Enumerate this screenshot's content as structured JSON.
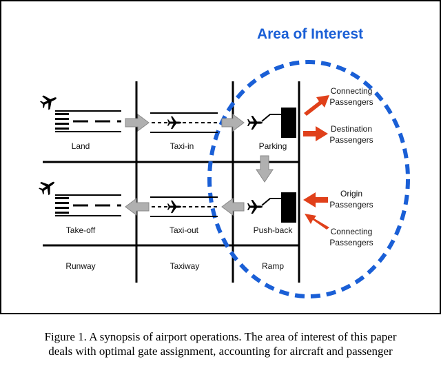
{
  "diagram": {
    "title": "Area of Interest",
    "stages": {
      "land": "Land",
      "taxi_in": "Taxi-in",
      "parking": "Parking",
      "take_off": "Take-off",
      "taxi_out": "Taxi-out",
      "push_back": "Push-back"
    },
    "zones": {
      "runway": "Runway",
      "taxiway": "Taxiway",
      "ramp": "Ramp"
    },
    "passengers": {
      "connecting_top_line1": "Connecting",
      "connecting_top_line2": "Passengers",
      "destination_line1": "Destination",
      "destination_line2": "Passengers",
      "origin_line1": "Origin",
      "origin_line2": "Passengers",
      "connecting_bottom_line1": "Connecting",
      "connecting_bottom_line2": "Passengers"
    }
  },
  "colors": {
    "accent_blue": "#1a5fd6",
    "arrow_red": "#e0401a",
    "arrow_gray": "#b0b0b0"
  },
  "caption": {
    "line1": "Figure 1.    A synopsis of airport operations. The area of interest of this paper",
    "line2": "deals with optimal gate assignment, accounting for aircraft and passenger"
  }
}
